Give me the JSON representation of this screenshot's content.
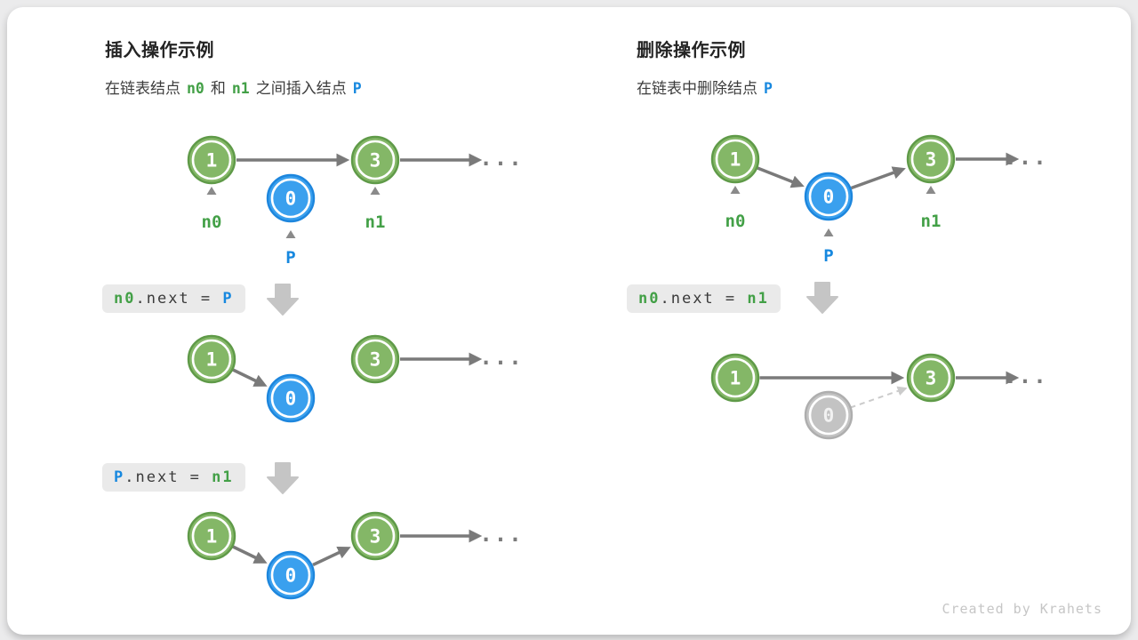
{
  "insert": {
    "title": "插入操作示例",
    "subtitle": {
      "pre": "在链表结点",
      "n0": "n0",
      "mid": "和",
      "n1": "n1",
      "post": "之间插入结点",
      "p": "P"
    },
    "code1": {
      "lhs": "n0",
      "mid": ".next = ",
      "rhs": "P"
    },
    "code2": {
      "lhs": "P",
      "mid": ".next = ",
      "rhs": "n1"
    }
  },
  "delete": {
    "title": "删除操作示例",
    "subtitle": {
      "pre": "在链表中删除结点",
      "p": "P"
    },
    "code1": {
      "lhs": "n0",
      "mid": ".next = ",
      "rhs": "n1"
    }
  },
  "diagrams": {
    "ins0": {
      "node1": "1",
      "node0": "0",
      "node3": "3",
      "dots": "...",
      "ptr_n0": "n0",
      "ptr_n1": "n1",
      "ptr_p": "P"
    },
    "ins1": {
      "node1": "1",
      "node0": "0",
      "node3": "3",
      "dots": "..."
    },
    "ins2": {
      "node1": "1",
      "node0": "0",
      "node3": "3",
      "dots": "..."
    },
    "del0": {
      "node1": "1",
      "node0": "0",
      "node3": "3",
      "dots": "...",
      "ptr_n0": "n0",
      "ptr_n1": "n1",
      "ptr_p": "P"
    },
    "del1": {
      "node1": "1",
      "node0": "0",
      "node3": "3",
      "dots": "..."
    }
  },
  "credit": "Created by Krahets",
  "colors": {
    "node_green_fill": "#84b767",
    "node_green_stroke": "#5f9a48",
    "node_blue_fill": "#3aa0ee",
    "node_blue_stroke": "#1d86dd",
    "node_gray_fill": "#c3c3c3",
    "node_gray_stroke": "#aeaeae",
    "arrow_gray": "#7a7a7a",
    "arrow_dashed_gray": "#cbcbcb",
    "label_green": "#43a047",
    "label_blue": "#1788df",
    "code_box_bg": "#eaeaea",
    "block_arrow_gray": "#c5c5c5"
  }
}
